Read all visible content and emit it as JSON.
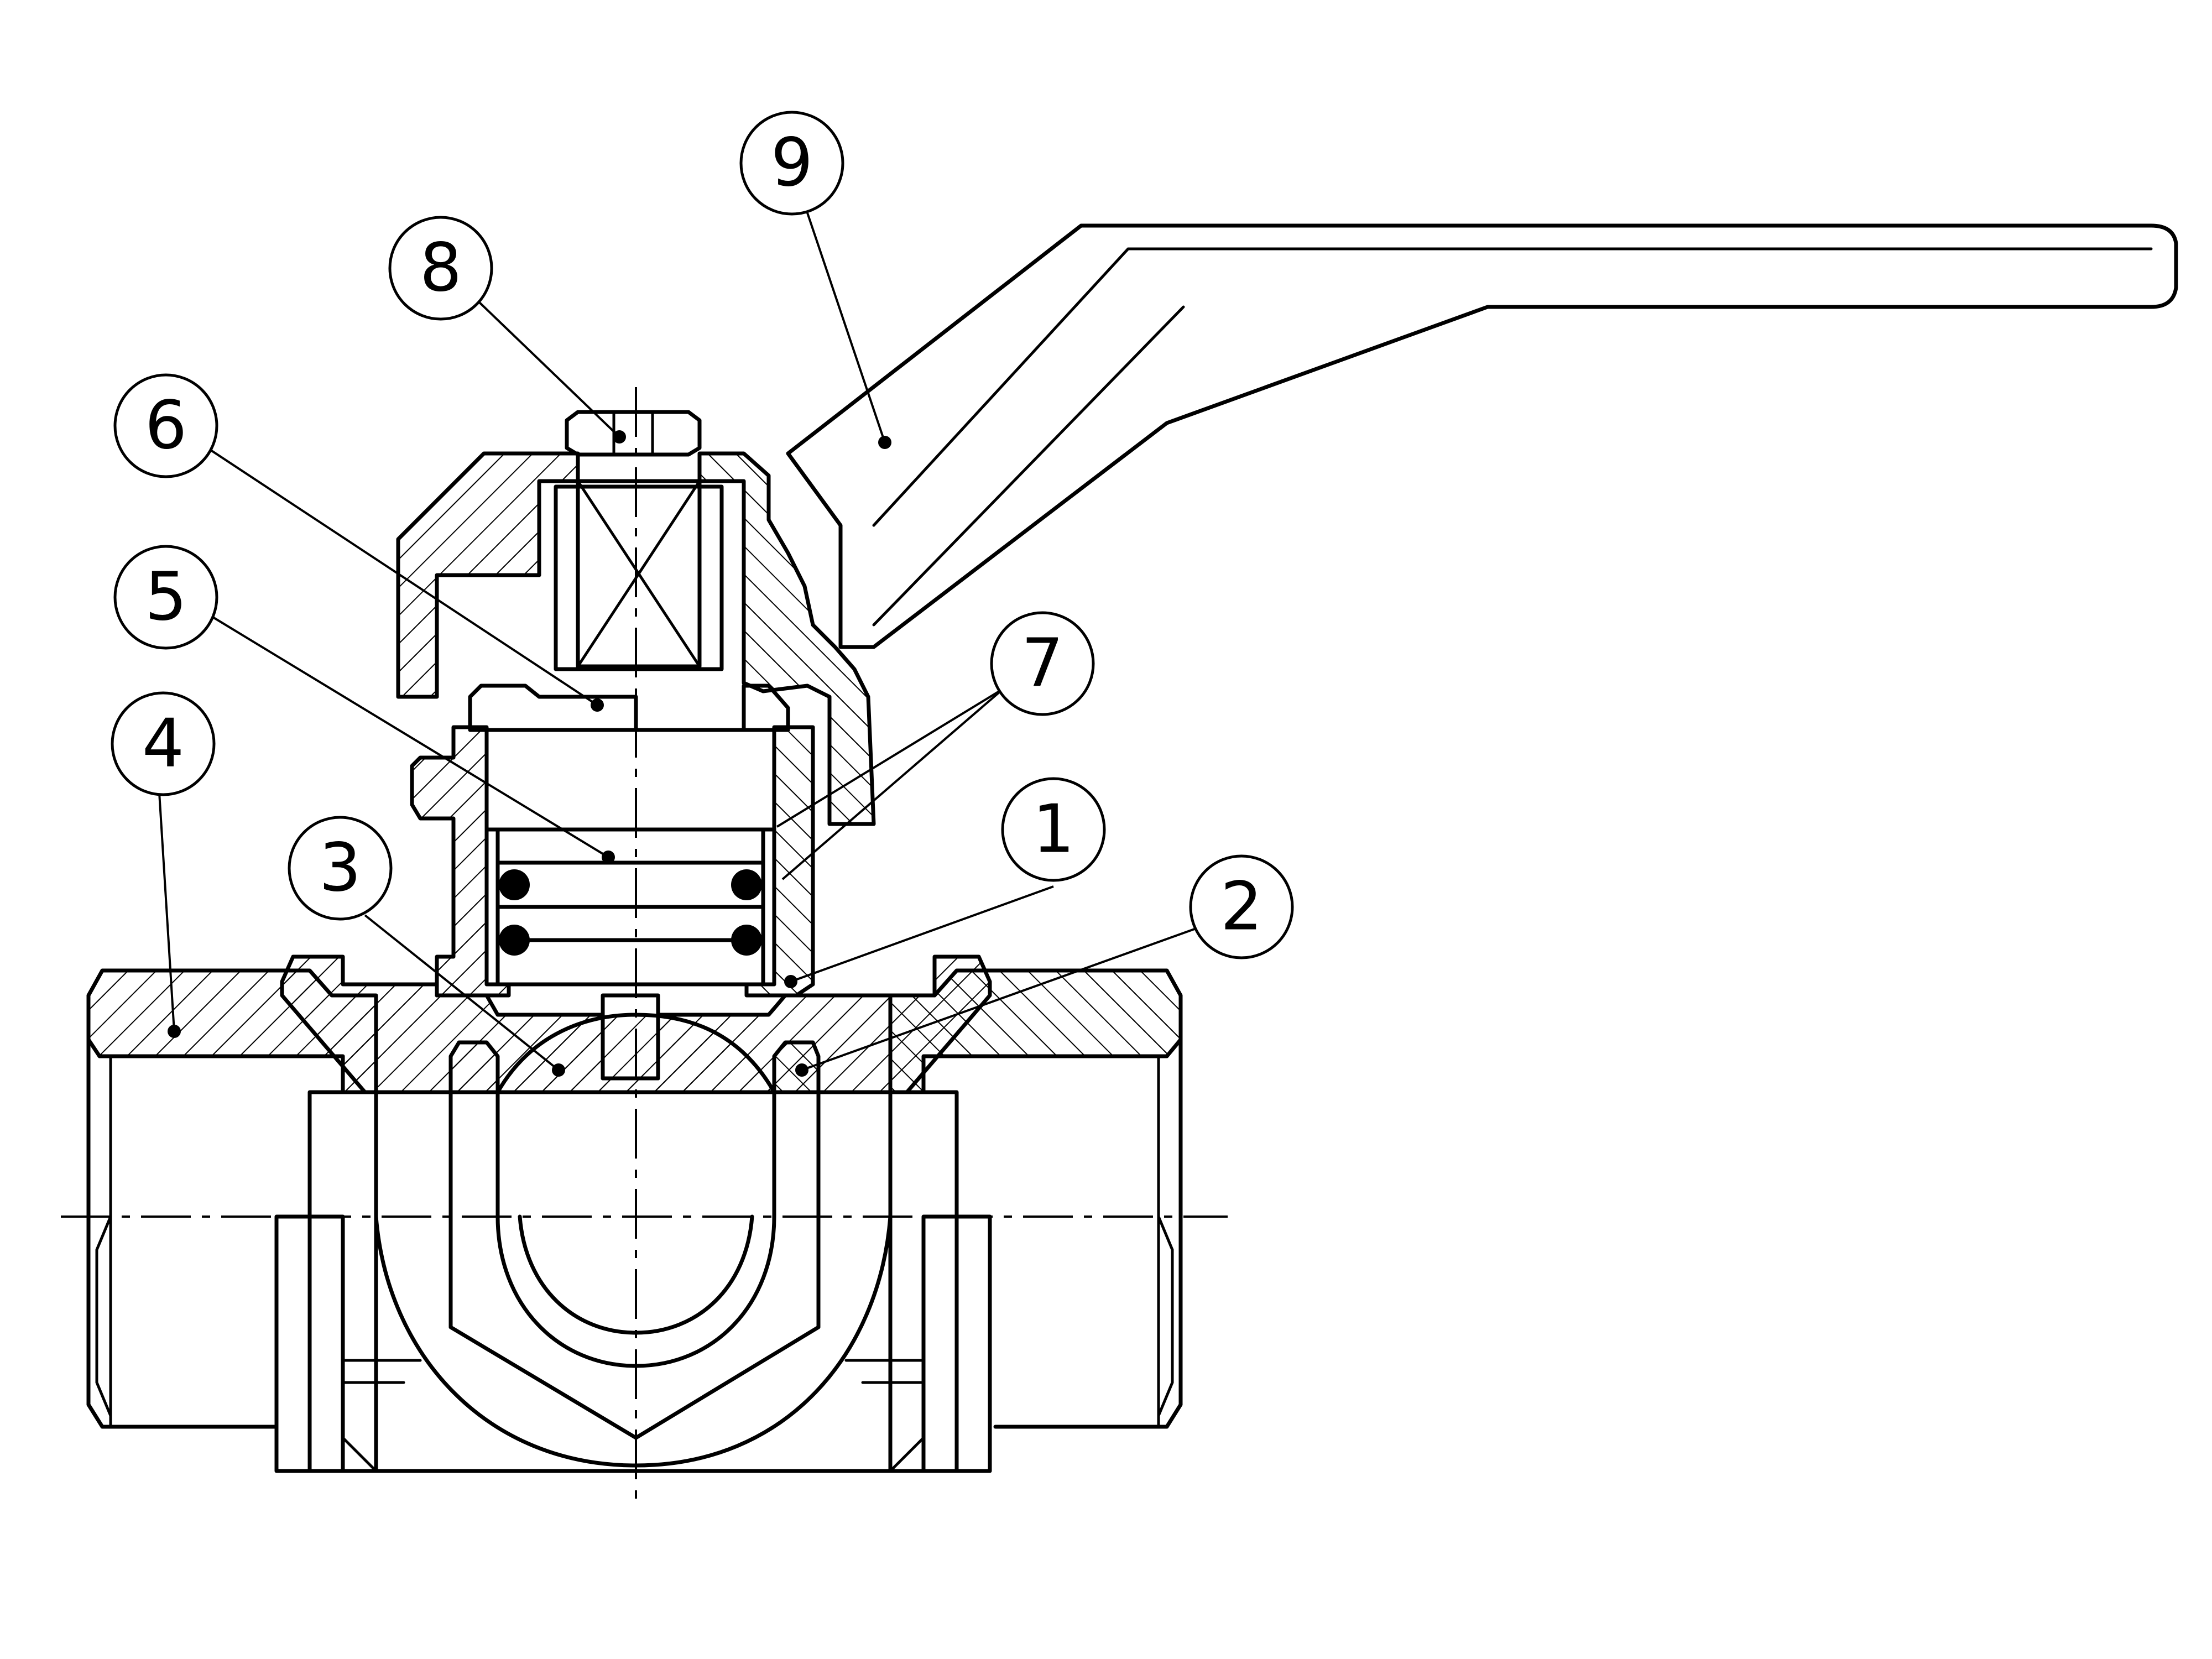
{
  "labels": {
    "b1": "1",
    "b2": "2",
    "b3": "3",
    "b4": "4",
    "b5": "5",
    "b6": "6",
    "b7": "7",
    "b8": "8",
    "b9": "9"
  }
}
